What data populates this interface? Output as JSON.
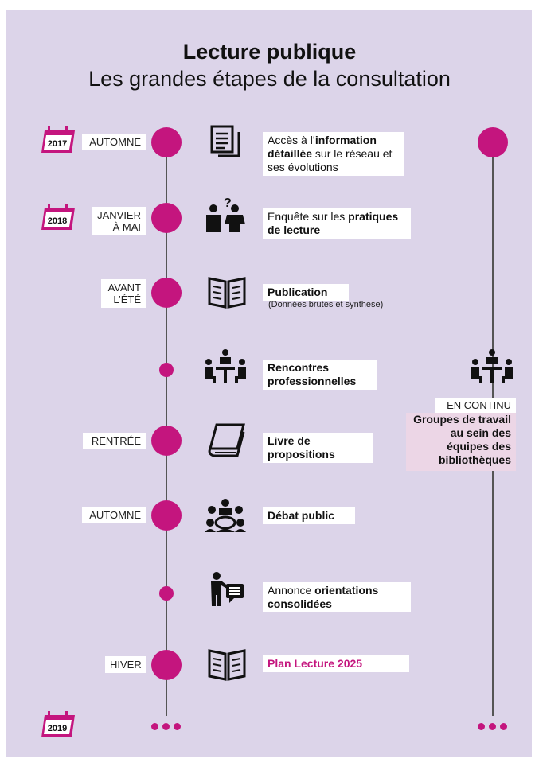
{
  "title": {
    "main": "Lecture publique",
    "sub": "Les grandes étapes de la consultation"
  },
  "years": [
    "2017",
    "2018",
    "2019"
  ],
  "steps": [
    {
      "period": "AUTOMNE",
      "icon": "document-icon",
      "parts": [
        {
          "t": "Accès à l’",
          "b": false
        },
        {
          "t": "information détaillée",
          "b": true
        },
        {
          "t": " sur le réseau et ses évolutions",
          "b": false
        }
      ]
    },
    {
      "period": "JANVIER À MAI",
      "icon": "survey-people-icon",
      "parts": [
        {
          "t": "Enquête sur les ",
          "b": false
        },
        {
          "t": "pratiques de lecture",
          "b": true
        }
      ]
    },
    {
      "period": "AVANT L’ÉTÉ",
      "icon": "open-book-icon",
      "parts": [
        {
          "t": "Publication",
          "b": true
        }
      ],
      "note": "(Données brutes et synthèse)"
    },
    {
      "period": "",
      "icon": "meeting-icon",
      "parts": [
        {
          "t": "Rencontres professionnelles",
          "b": true
        }
      ]
    },
    {
      "period": "RENTRÉE",
      "icon": "book-icon",
      "parts": [
        {
          "t": "Livre de propositions",
          "b": true
        }
      ]
    },
    {
      "period": "AUTOMNE",
      "icon": "group-debate-icon",
      "parts": [
        {
          "t": "Débat public",
          "b": true
        }
      ]
    },
    {
      "period": "",
      "icon": "presenter-icon",
      "parts": [
        {
          "t": "Annonce ",
          "b": false
        },
        {
          "t": "orientations consolidées",
          "b": true
        }
      ]
    },
    {
      "period": "HIVER",
      "icon": "open-book-icon",
      "parts": [
        {
          "t": "Plan Lecture 2025",
          "b": true
        }
      ],
      "highlight": true
    }
  ],
  "continuous": {
    "label": "EN CONTINU",
    "text": "Groupes de travail au sein des équipes des bibliothèques",
    "icon": "meeting-icon"
  },
  "colors": {
    "accent": "#c4157e",
    "background": "#dcd4e9",
    "highlight_box": "#ecd6e6"
  }
}
